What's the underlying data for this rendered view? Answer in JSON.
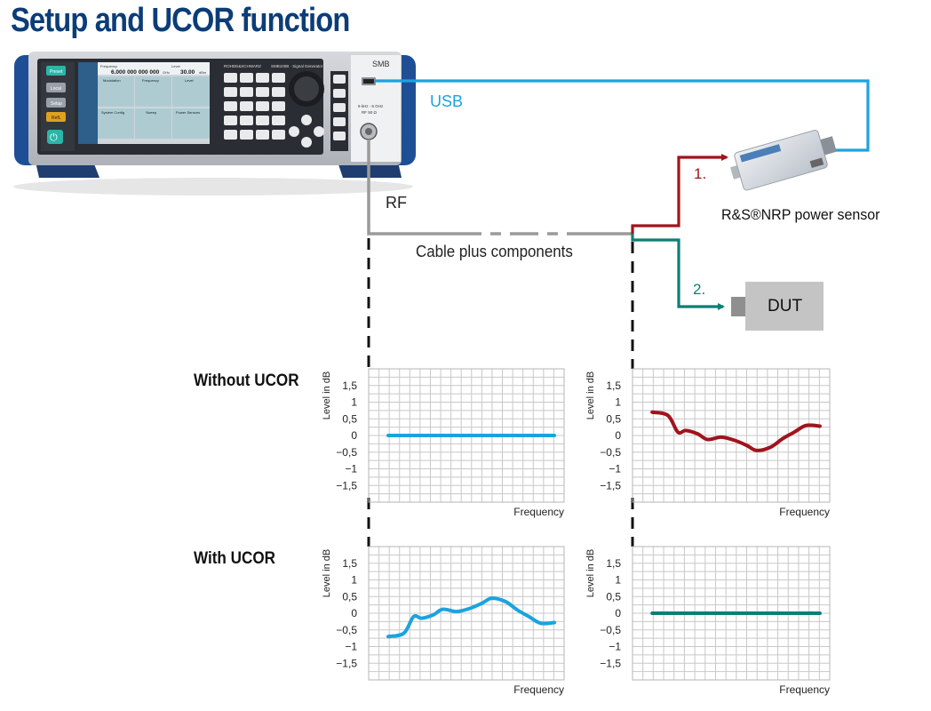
{
  "title": "Setup and UCOR function",
  "instrument": {
    "model_label": "SMB",
    "brand": "ROHDE&SCHWARZ",
    "model_header": "SMB100B · Signal Generator",
    "screen_frequency_label": "Frequency",
    "screen_frequency_value": "6.000 000 000 000",
    "screen_frequency_unit": "GHz",
    "screen_level_label": "Level",
    "screen_level_value": "30.00",
    "screen_level_unit": "dBm",
    "screen_tiles": [
      "Modulation",
      "Frequency",
      "Level",
      "System Config",
      "Sweep",
      "Power Sensors"
    ],
    "soft_keys": [
      "Preset",
      "Local",
      "Setup",
      "RefL"
    ],
    "port_range_label": "9 kHz - 6 GHz",
    "port_impedance_label": "RF 50 Ω"
  },
  "labels": {
    "usb": "USB",
    "rf": "RF",
    "cable": "Cable plus components",
    "path1": "1.",
    "path2": "2.",
    "sensor": "R&S®NRP power sensor",
    "dut": "DUT",
    "row_without": "Without UCOR",
    "row_with": "With UCOR"
  },
  "colors": {
    "title": "#0b3d78",
    "usb": "#1aa3e0",
    "rf_cable": "#9a9a9a",
    "path1": "#a0141c",
    "path2": "#0e7e74",
    "dut_box": "#c4c4c4",
    "grid": "#c8c8c8",
    "dashed": "#111111"
  },
  "chart_data": [
    {
      "type": "line",
      "row": "Without UCOR",
      "xlabel": "Frequency",
      "ylabel": "Level in dB",
      "yticks": [
        "1,5",
        "1",
        "0,5",
        "0",
        "−0,5",
        "−1",
        "−1,5"
      ],
      "ylim": [
        -2,
        2
      ],
      "xlim": [
        0,
        1
      ],
      "color": "#1aa3e0",
      "series": [
        {
          "x": [
            0.1,
            0.95
          ],
          "y": [
            0,
            0
          ]
        }
      ]
    },
    {
      "type": "line",
      "row": "Without UCOR",
      "xlabel": "Frequency",
      "ylabel": "Level in dB",
      "yticks": [
        "1,5",
        "1",
        "0,5",
        "0",
        "−0,5",
        "−1",
        "−1,5"
      ],
      "ylim": [
        -2,
        2
      ],
      "xlim": [
        0,
        1
      ],
      "color": "#a0141c",
      "series": [
        {
          "x": [
            0.1,
            0.18,
            0.23,
            0.27,
            0.33,
            0.38,
            0.45,
            0.52,
            0.58,
            0.63,
            0.7,
            0.76,
            0.82,
            0.88,
            0.95
          ],
          "y": [
            0.7,
            0.6,
            0.1,
            0.15,
            0.05,
            -0.12,
            -0.05,
            -0.15,
            -0.3,
            -0.45,
            -0.35,
            -0.1,
            0.1,
            0.3,
            0.28
          ]
        }
      ]
    },
    {
      "type": "line",
      "row": "With UCOR",
      "xlabel": "Frequency",
      "ylabel": "Level in dB",
      "yticks": [
        "1,5",
        "1",
        "0,5",
        "0",
        "−0,5",
        "−1",
        "−1,5"
      ],
      "ylim": [
        -2,
        2
      ],
      "xlim": [
        0,
        1
      ],
      "color": "#1aa3e0",
      "series": [
        {
          "x": [
            0.1,
            0.18,
            0.23,
            0.27,
            0.33,
            0.38,
            0.45,
            0.52,
            0.58,
            0.63,
            0.7,
            0.76,
            0.82,
            0.88,
            0.95
          ],
          "y": [
            -0.7,
            -0.6,
            -0.1,
            -0.15,
            -0.05,
            0.12,
            0.05,
            0.15,
            0.3,
            0.45,
            0.35,
            0.1,
            -0.1,
            -0.3,
            -0.28
          ]
        }
      ]
    },
    {
      "type": "line",
      "row": "With UCOR",
      "xlabel": "Frequency",
      "ylabel": "Level in dB",
      "yticks": [
        "1,5",
        "1",
        "0,5",
        "0",
        "−0,5",
        "−1",
        "−1,5"
      ],
      "ylim": [
        -2,
        2
      ],
      "xlim": [
        0,
        1
      ],
      "color": "#0e7e74",
      "series": [
        {
          "x": [
            0.1,
            0.95
          ],
          "y": [
            0,
            0
          ]
        }
      ]
    }
  ]
}
